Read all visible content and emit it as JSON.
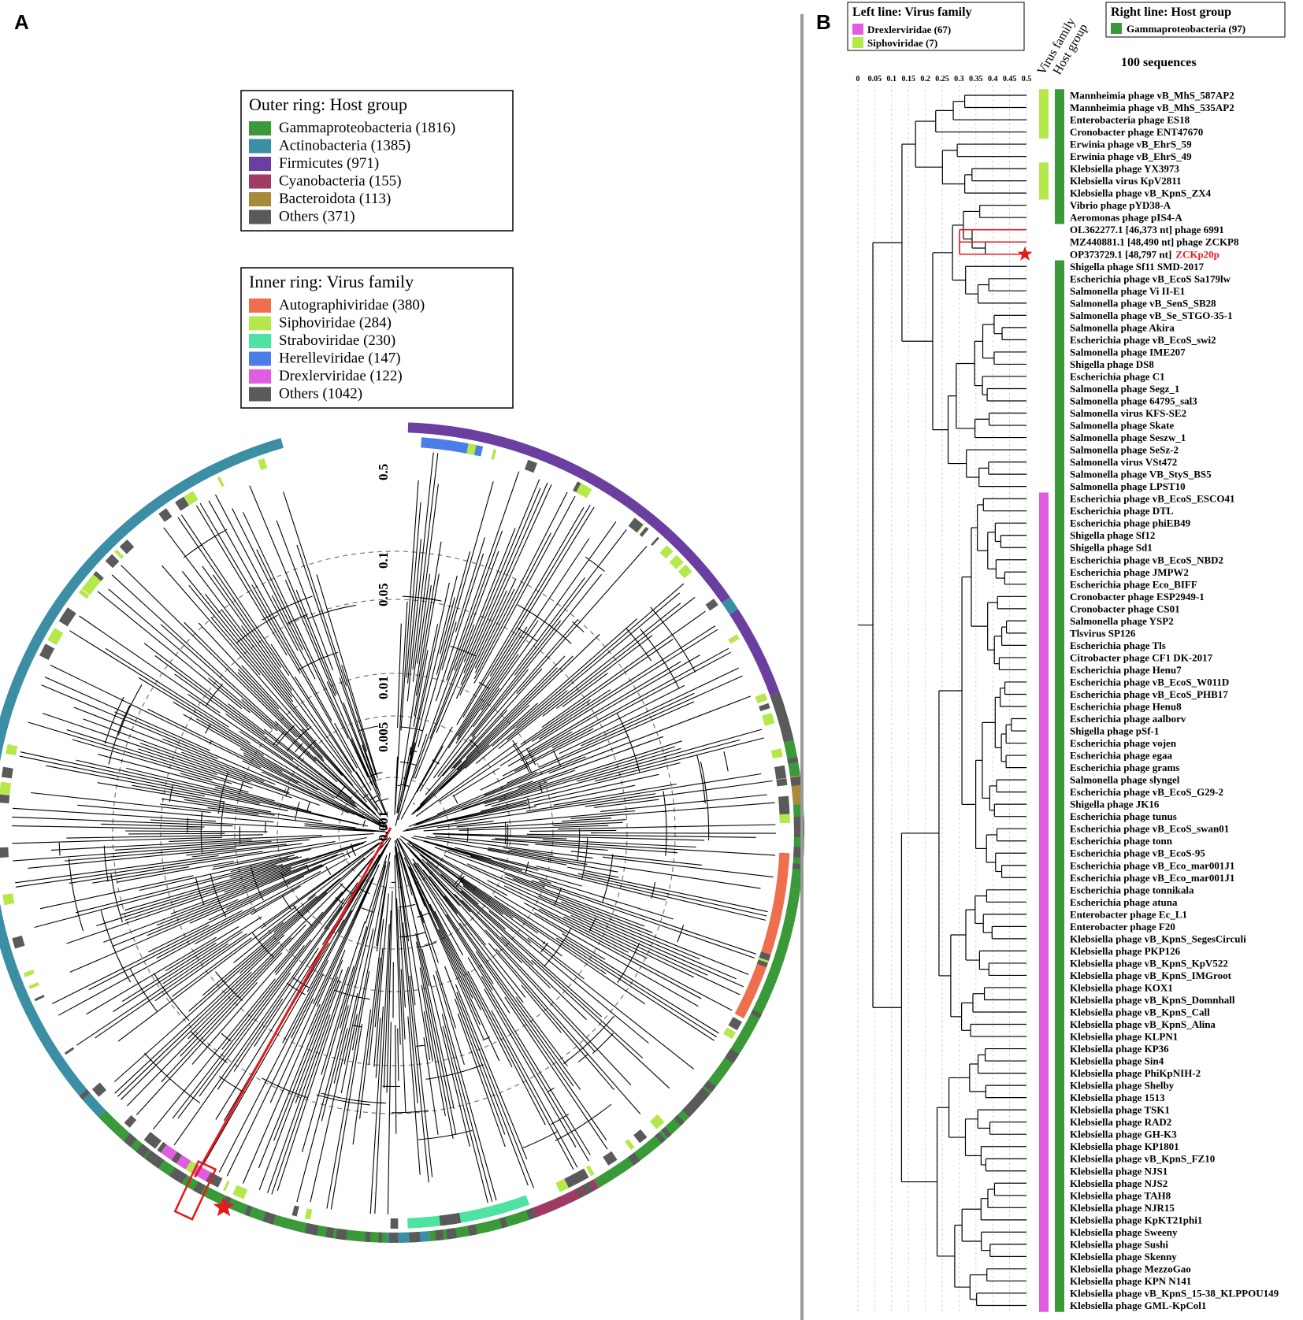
{
  "panel_a": {
    "label": "A",
    "outer_legend": {
      "title": "Outer ring: Host group",
      "items": [
        {
          "label": "Gammaproteobacteria (1816)",
          "color": "#3a9a3a"
        },
        {
          "label": "Actinobacteria (1385)",
          "color": "#3b8ea3"
        },
        {
          "label": "Firmicutes (971)",
          "color": "#6a3fa0"
        },
        {
          "label": "Cyanobacteria (155)",
          "color": "#9e3a63"
        },
        {
          "label": "Bacteroidota (113)",
          "color": "#a88a3a"
        },
        {
          "label": "Others (371)",
          "color": "#5a5a5a"
        }
      ]
    },
    "inner_legend": {
      "title": "Inner ring: Virus family",
      "items": [
        {
          "label": "Autographiviridae (380)",
          "color": "#ee6f4e"
        },
        {
          "label": "Siphoviridae (284)",
          "color": "#b5e84a"
        },
        {
          "label": "Straboviridae (230)",
          "color": "#4fe3a3"
        },
        {
          "label": "Herelleviridae (147)",
          "color": "#4a7de8"
        },
        {
          "label": "Drexlerviridae (122)",
          "color": "#e05ce0"
        },
        {
          "label": "Others (1042)",
          "color": "#5a5a5a"
        }
      ]
    },
    "scale_labels": [
      "0.5",
      "0.1",
      "0.05",
      "0.01",
      "0.005",
      "0.001"
    ]
  },
  "panel_b": {
    "label": "B",
    "left_legend": {
      "title": "Left line: Virus family",
      "items": [
        {
          "label": "Drexlerviridae (67)",
          "color": "#e05ce0"
        },
        {
          "label": "Siphoviridae (7)",
          "color": "#b5e84a"
        }
      ]
    },
    "right_legend": {
      "title": "Right line: Host group",
      "items": [
        {
          "label": "Gammaproteobacteria (97)",
          "color": "#3a9a3a"
        }
      ]
    },
    "col_header_1": "Virus family",
    "col_header_2": "Host group",
    "count_label": "100 sequences",
    "axis_ticks": [
      "0",
      "0.05",
      "0.1",
      "0.15",
      "0.2",
      "0.25",
      "0.3",
      "0.35",
      "0.4",
      "0.45",
      "0.5"
    ],
    "highlight_color": "#e41a1c",
    "leaves": [
      {
        "name": "Mannheimia phage vB_MhS_587AP2",
        "family": "sipho"
      },
      {
        "name": "Mannheimia phage vB_MhS_535AP2",
        "family": "sipho"
      },
      {
        "name": "Enterobacteria phage ES18",
        "family": "sipho"
      },
      {
        "name": "Cronobacter phage ENT47670",
        "family": "sipho"
      },
      {
        "name": "Erwinia phage vB_EhrS_59",
        "family": "none"
      },
      {
        "name": "Erwinia phage vB_EhrS_49",
        "family": "none"
      },
      {
        "name": "Klebsiella phage YX3973",
        "family": "sipho"
      },
      {
        "name": "Klebsiella virus KpV2811",
        "family": "sipho"
      },
      {
        "name": "Klebsiella phage vB_KpnS_ZX4",
        "family": "sipho"
      },
      {
        "name": "Vibrio phage pYD38-A",
        "family": "none"
      },
      {
        "name": "Aeromonas phage pIS4-A",
        "family": "none"
      },
      {
        "name": "OL362277.1 [46,373 nt] phage 6991",
        "family": "none",
        "nohost": true
      },
      {
        "name": "MZ440881.1 [48,490 nt] phage ZCKP8",
        "family": "none",
        "nohost": true
      },
      {
        "name": "OP373729.1 [48,797 nt]",
        "name_red": "ZCKp20p",
        "family": "none",
        "nohost": true
      },
      {
        "name": "Shigella phage Sf11 SMD-2017",
        "family": "none"
      },
      {
        "name": "Escherichia phage vB_EcoS Sa179lw",
        "family": "none"
      },
      {
        "name": "Salmonella phage Vi II-E1",
        "family": "none"
      },
      {
        "name": "Salmonella phage vB_SenS_SB28",
        "family": "none"
      },
      {
        "name": "Salmonella phage vB_Se_STGO-35-1",
        "family": "none"
      },
      {
        "name": "Salmonella phage Akira",
        "family": "none"
      },
      {
        "name": "Escherichia phage vB_EcoS_swi2",
        "family": "none"
      },
      {
        "name": "Salmonella phage IME207",
        "family": "none"
      },
      {
        "name": "Shigella phage DS8",
        "family": "none"
      },
      {
        "name": "Escherichia phage C1",
        "family": "none"
      },
      {
        "name": "Salmonella phage Segz_1",
        "family": "none"
      },
      {
        "name": "Salmonella phage 64795_sal3",
        "family": "none"
      },
      {
        "name": "Salmonella virus KFS-SE2",
        "family": "none"
      },
      {
        "name": "Salmonella phage Skate",
        "family": "none"
      },
      {
        "name": "Salmonella phage Seszw_1",
        "family": "none"
      },
      {
        "name": "Salmonella phage SeSz-2",
        "family": "none"
      },
      {
        "name": "Salmonella virus VSt472",
        "family": "none"
      },
      {
        "name": "Salmonella phage VB_StyS_BS5",
        "family": "none"
      },
      {
        "name": "Salmonella phage LPST10",
        "family": "none"
      },
      {
        "name": "Escherichia phage vB_EcoS_ESCO41",
        "family": "drex"
      },
      {
        "name": "Escherichia phage DTL",
        "family": "drex"
      },
      {
        "name": "Escherichia phage phiEB49",
        "family": "drex"
      },
      {
        "name": "Shigella phage Sf12",
        "family": "drex"
      },
      {
        "name": "Shigella phage Sd1",
        "family": "drex"
      },
      {
        "name": "Escherichia phage vB_EcoS_NBD2",
        "family": "drex"
      },
      {
        "name": "Escherichia phage JMPW2",
        "family": "drex"
      },
      {
        "name": "Escherichia phage Eco_BIFF",
        "family": "drex"
      },
      {
        "name": "Cronobacter phage ESP2949-1",
        "family": "drex"
      },
      {
        "name": "Cronobacter phage CS01",
        "family": "drex"
      },
      {
        "name": "Salmonella phage YSP2",
        "family": "drex"
      },
      {
        "name": "Tlsvirus SP126",
        "family": "drex"
      },
      {
        "name": "Escherichia phage Tls",
        "family": "drex"
      },
      {
        "name": "Citrobacter phage CF1 DK-2017",
        "family": "drex"
      },
      {
        "name": "Escherichia phage Henu7",
        "family": "drex"
      },
      {
        "name": "Escherichia phage vB_EcoS_W011D",
        "family": "drex"
      },
      {
        "name": "Escherichia phage vB_EcoS_PHB17",
        "family": "drex"
      },
      {
        "name": "Escherichia phage Henu8",
        "family": "drex"
      },
      {
        "name": "Escherichia phage aalborv",
        "family": "drex"
      },
      {
        "name": "Shigella phage pSf-1",
        "family": "drex"
      },
      {
        "name": "Escherichia phage vojen",
        "family": "drex"
      },
      {
        "name": "Escherichia phage egaa",
        "family": "drex"
      },
      {
        "name": "Escherichia phage grams",
        "family": "drex"
      },
      {
        "name": "Salmonella phage slyngel",
        "family": "drex"
      },
      {
        "name": "Escherichia phage vB_EcoS_G29-2",
        "family": "drex"
      },
      {
        "name": "Shigella phage JK16",
        "family": "drex"
      },
      {
        "name": "Escherichia phage tunus",
        "family": "drex"
      },
      {
        "name": "Escherichia phage vB_EcoS_swan01",
        "family": "drex"
      },
      {
        "name": "Escherichia phage tonn",
        "family": "drex"
      },
      {
        "name": "Escherichia phage vB_EcoS-95",
        "family": "drex"
      },
      {
        "name": "Escherichia phage vB_Eco_mar001J1",
        "family": "drex"
      },
      {
        "name": "Escherichia phage vB_Eco_mar001J1",
        "family": "drex"
      },
      {
        "name": "Escherichia phage tonnikala",
        "family": "drex"
      },
      {
        "name": "Escherichia phage atuna",
        "family": "drex"
      },
      {
        "name": "Enterobacter phage Ec_L1",
        "family": "drex"
      },
      {
        "name": "Enterobacter phage F20",
        "family": "drex"
      },
      {
        "name": "Klebsiella phage vB_KpnS_SegesCirculi",
        "family": "drex"
      },
      {
        "name": "Klebsiella phage PKP126",
        "family": "drex"
      },
      {
        "name": "Klebsiella phage vB_KpnS_KpV522",
        "family": "drex"
      },
      {
        "name": "Klebsiella phage vB_KpnS_IMGroot",
        "family": "drex"
      },
      {
        "name": "Klebsiella phage KOX1",
        "family": "drex"
      },
      {
        "name": "Klebsiella phage vB_KpnS_Domnhall",
        "family": "drex"
      },
      {
        "name": "Klebsiella phage vB_KpnS_Call",
        "family": "drex"
      },
      {
        "name": "Klebsiella phage vB_KpnS_Alina",
        "family": "drex"
      },
      {
        "name": "Klebsiella phage KLPN1",
        "family": "drex"
      },
      {
        "name": "Klebsiella phage KP36",
        "family": "drex"
      },
      {
        "name": "Klebsiella phage Sin4",
        "family": "drex"
      },
      {
        "name": "Klebsiella phage PhiKpNIH-2",
        "family": "drex"
      },
      {
        "name": "Klebsiella phage Shelby",
        "family": "drex"
      },
      {
        "name": "Klebsiella phage 1513",
        "family": "drex"
      },
      {
        "name": "Klebsiella phage TSK1",
        "family": "drex"
      },
      {
        "name": "Klebsiella phage RAD2",
        "family": "drex"
      },
      {
        "name": "Klebsiella phage GH-K3",
        "family": "drex"
      },
      {
        "name": "Klebsiella phage KP1801",
        "family": "drex"
      },
      {
        "name": "Klebsiella phage vB_KpnS_FZ10",
        "family": "drex"
      },
      {
        "name": "Klebsiella phage NJS1",
        "family": "drex"
      },
      {
        "name": "Klebsiella phage NJS2",
        "family": "drex"
      },
      {
        "name": "Klebsiella phage TAH8",
        "family": "drex"
      },
      {
        "name": "Klebsiella phage NJR15",
        "family": "drex"
      },
      {
        "name": "Klebsiella phage KpKT21phi1",
        "family": "drex"
      },
      {
        "name": "Klebsiella phage Sweeny",
        "family": "drex"
      },
      {
        "name": "Klebsiella phage Sushi",
        "family": "drex"
      },
      {
        "name": "Klebsiella phage Skenny",
        "family": "drex"
      },
      {
        "name": "Klebsiella phage MezzoGao",
        "family": "drex"
      },
      {
        "name": "Klebsiella phage KPN N141",
        "family": "drex"
      },
      {
        "name": "Klebsiella phage vB_KpnS_15-38_KLPPOU149",
        "family": "drex"
      },
      {
        "name": "Klebsiella phage GML-KpCol1",
        "family": "drex"
      }
    ]
  }
}
